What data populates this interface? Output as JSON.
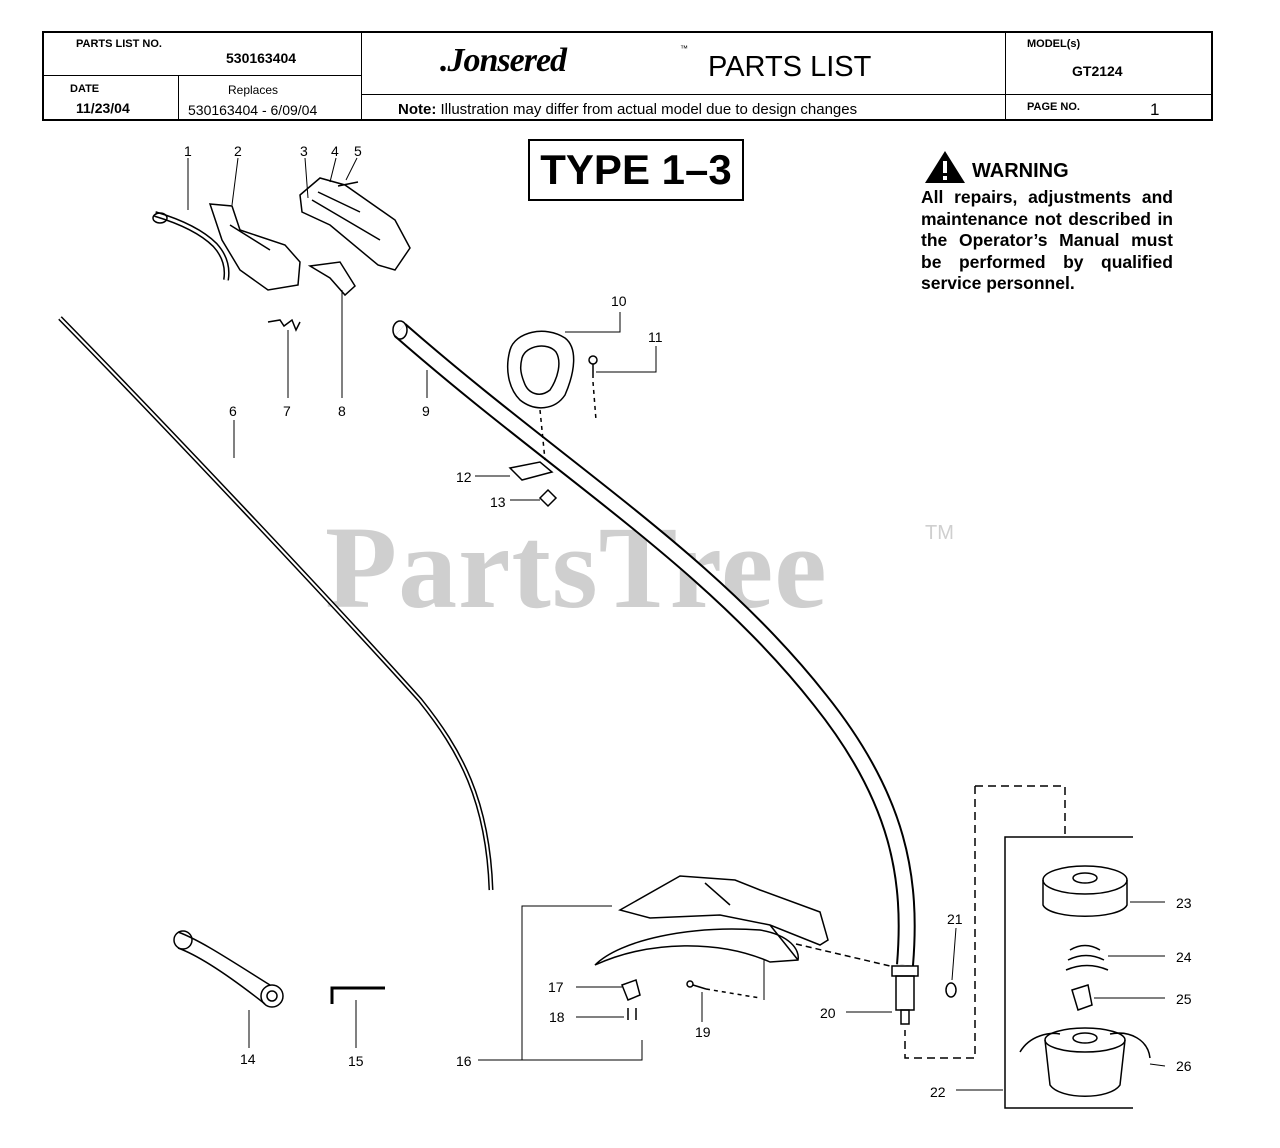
{
  "header": {
    "parts_list_label": "PARTS LIST NO.",
    "parts_list_no": "530163404",
    "date_label": "DATE",
    "date": "11/23/04",
    "replaces_label": "Replaces",
    "replaces": "530163404  -  6/09/04",
    "brand": ".Jonsered",
    "brand_tm": "™",
    "title": "PARTS LIST",
    "note_label": "Note:",
    "note_text": " Illustration may differ from actual model due to design changes",
    "model_label": "MODEL(s)",
    "model": "GT2124",
    "page_label": "PAGE   NO.",
    "page_no": "1"
  },
  "type_label": "TYPE 1–3",
  "warning": {
    "title": "WARNING",
    "text": "All repairs, adjustments and maintenance not described in the Operator’s Manual must be performed by qualified service personnel."
  },
  "watermark": {
    "text": "PartsTree",
    "tm": "TM"
  },
  "callouts": [
    "1",
    "2",
    "3",
    "4",
    "5",
    "6",
    "7",
    "8",
    "9",
    "10",
    "11",
    "12",
    "13",
    "14",
    "15",
    "16",
    "17",
    "18",
    "19",
    "20",
    "21",
    "22",
    "23",
    "24",
    "25",
    "26"
  ]
}
